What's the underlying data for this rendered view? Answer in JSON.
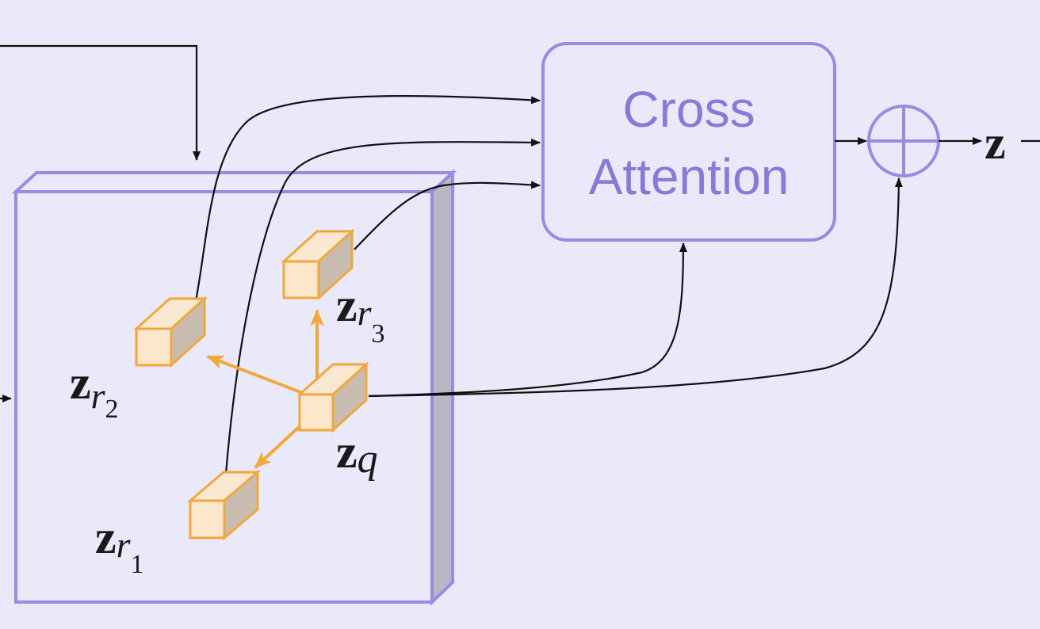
{
  "cross_attention": {
    "line1": "Cross",
    "line2": "Attention"
  },
  "output_label": "z",
  "labels": {
    "z_r2": {
      "base": "z",
      "sub": "r",
      "subsub": "2"
    },
    "z_r3": {
      "base": "z",
      "sub": "r",
      "subsub": "3"
    },
    "z_r1": {
      "base": "z",
      "sub": "r",
      "subsub": "1"
    },
    "z_q": {
      "base": "z",
      "sub": "q"
    }
  },
  "colors": {
    "background": "#e9e9f9",
    "box_stroke": "#9b8be0",
    "label_text": "#8a7ad8",
    "cube_fill": "#fbe3c6",
    "cube_stroke": "#f0a83a",
    "arrow_orange": "#f0a83a",
    "line_black": "#111111"
  }
}
